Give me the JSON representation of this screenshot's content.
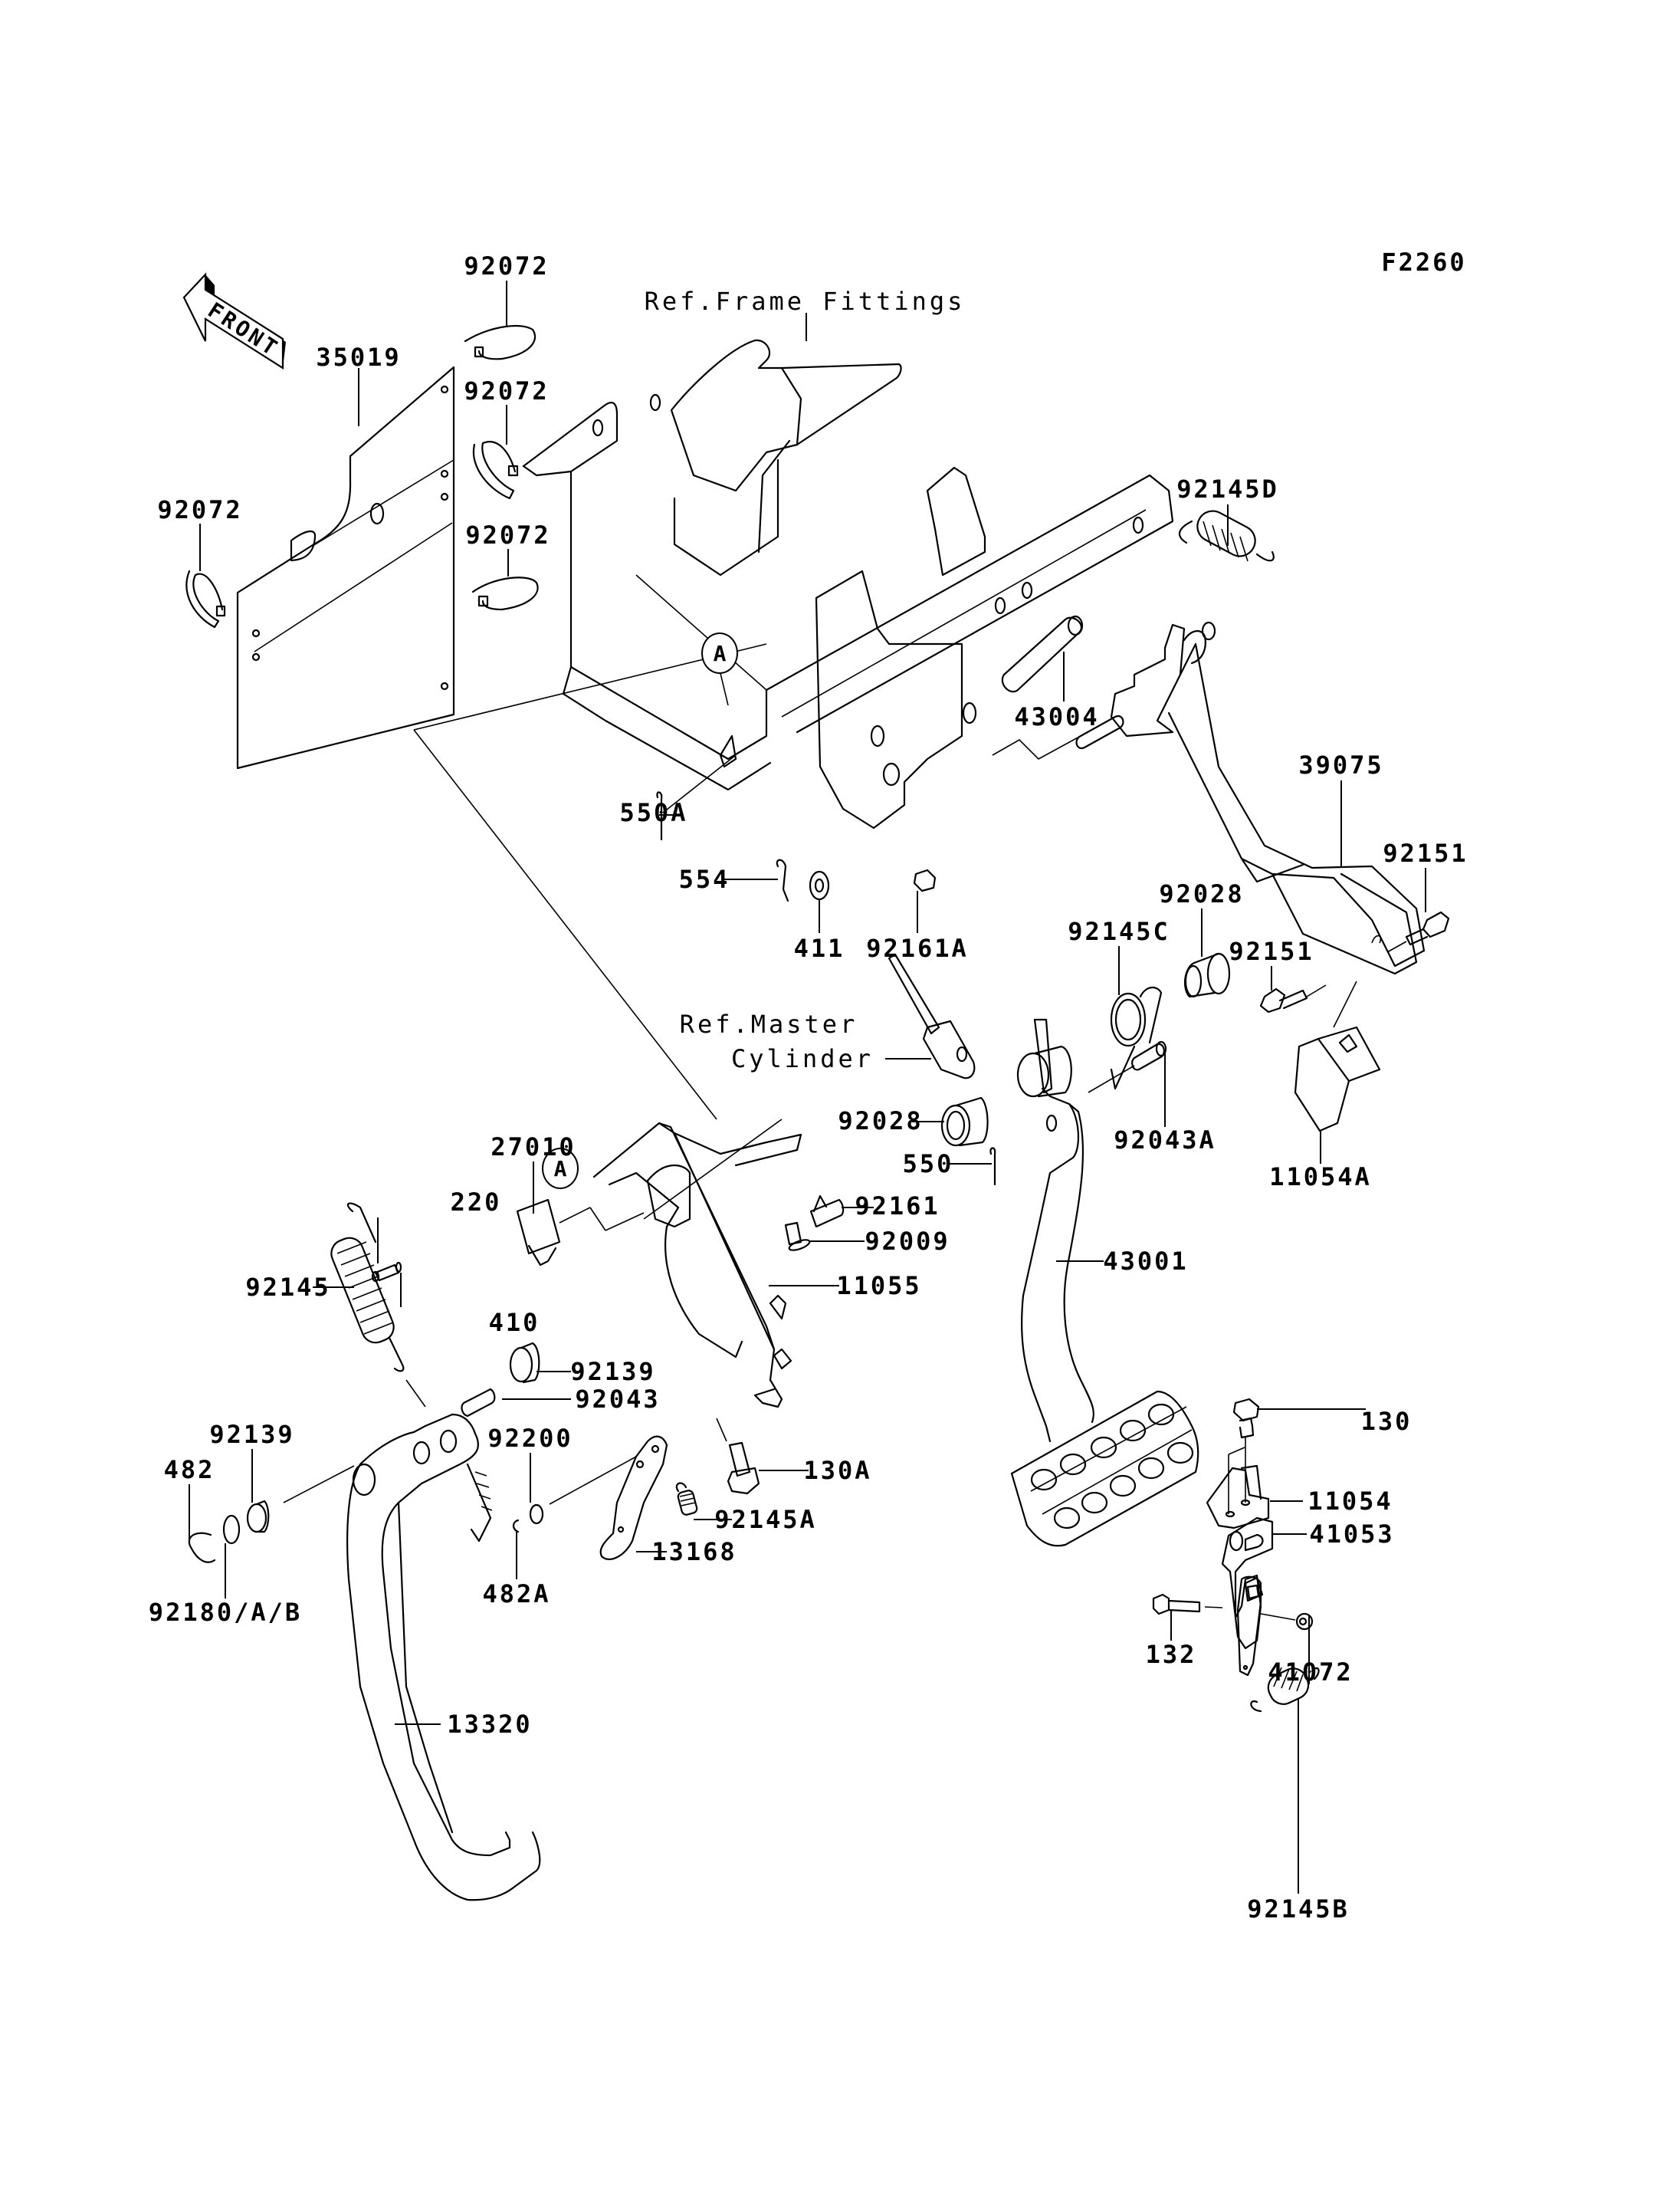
{
  "diagram": {
    "figure_id": "F2260",
    "front_indicator": "FRONT",
    "references": {
      "frame_fittings": "Ref.Frame Fittings",
      "master_cylinder_line1": "Ref.Master",
      "master_cylinder_line2": "Cylinder"
    },
    "connection_markers": [
      "A",
      "A"
    ],
    "part_labels": [
      {
        "id": "p-92072-a",
        "text": "92072"
      },
      {
        "id": "p-92072-b",
        "text": "92072"
      },
      {
        "id": "p-35019",
        "text": "35019"
      },
      {
        "id": "p-92072-c",
        "text": "92072"
      },
      {
        "id": "p-92072-d",
        "text": "92072"
      },
      {
        "id": "p-92145D",
        "text": "92145D"
      },
      {
        "id": "p-43004",
        "text": "43004"
      },
      {
        "id": "p-550A",
        "text": "550A"
      },
      {
        "id": "p-39075",
        "text": "39075"
      },
      {
        "id": "p-554",
        "text": "554"
      },
      {
        "id": "p-411",
        "text": "411"
      },
      {
        "id": "p-92161A",
        "text": "92161A"
      },
      {
        "id": "p-92151-a",
        "text": "92151"
      },
      {
        "id": "p-92028-a",
        "text": "92028"
      },
      {
        "id": "p-92145C",
        "text": "92145C"
      },
      {
        "id": "p-92151-b",
        "text": "92151"
      },
      {
        "id": "p-92028-b",
        "text": "92028"
      },
      {
        "id": "p-92043A",
        "text": "92043A"
      },
      {
        "id": "p-550",
        "text": "550"
      },
      {
        "id": "p-11054A",
        "text": "11054A"
      },
      {
        "id": "p-27010",
        "text": "27010"
      },
      {
        "id": "p-220",
        "text": "220"
      },
      {
        "id": "p-92161",
        "text": "92161"
      },
      {
        "id": "p-92009",
        "text": "92009"
      },
      {
        "id": "p-92145",
        "text": "92145"
      },
      {
        "id": "p-11055",
        "text": "11055"
      },
      {
        "id": "p-43001",
        "text": "43001"
      },
      {
        "id": "p-410",
        "text": "410"
      },
      {
        "id": "p-92139-a",
        "text": "92139"
      },
      {
        "id": "p-92043",
        "text": "92043"
      },
      {
        "id": "p-92139-b",
        "text": "92139"
      },
      {
        "id": "p-92200",
        "text": "92200"
      },
      {
        "id": "p-130A",
        "text": "130A"
      },
      {
        "id": "p-482",
        "text": "482"
      },
      {
        "id": "p-130",
        "text": "130"
      },
      {
        "id": "p-92145A",
        "text": "92145A"
      },
      {
        "id": "p-13168",
        "text": "13168"
      },
      {
        "id": "p-11054",
        "text": "11054"
      },
      {
        "id": "p-482A",
        "text": "482A"
      },
      {
        "id": "p-92180AB",
        "text": "92180/A/B"
      },
      {
        "id": "p-41053",
        "text": "41053"
      },
      {
        "id": "p-41072",
        "text": "41072"
      },
      {
        "id": "p-132",
        "text": "132"
      },
      {
        "id": "p-13320",
        "text": "13320"
      },
      {
        "id": "p-92145B",
        "text": "92145B"
      }
    ]
  }
}
